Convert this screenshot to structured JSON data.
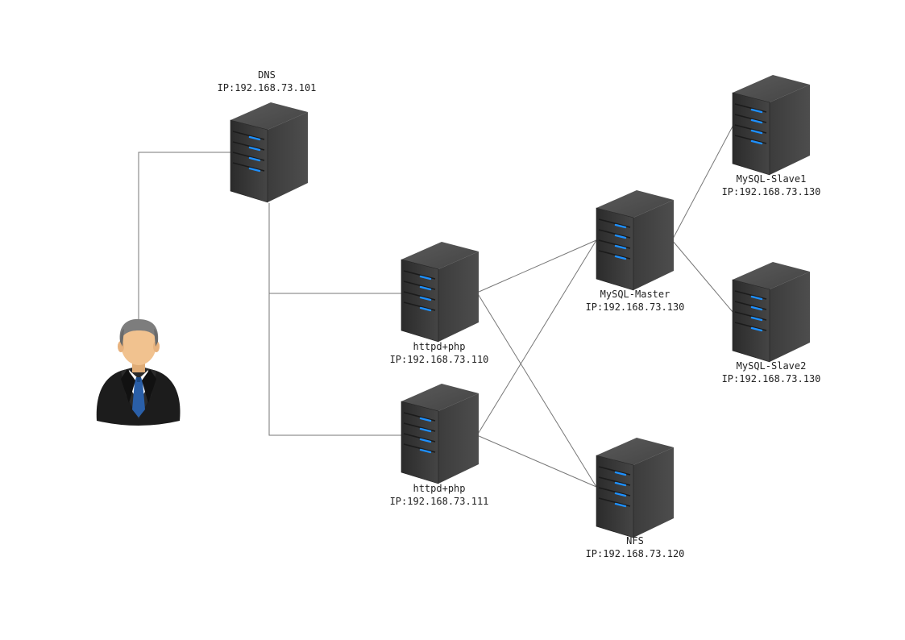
{
  "nodes": {
    "dns": {
      "name": "DNS",
      "ip": "IP:192.168.73.101"
    },
    "web1": {
      "name": "httpd+php",
      "ip": "IP:192.168.73.110"
    },
    "web2": {
      "name": "httpd+php",
      "ip": "IP:192.168.73.111"
    },
    "master": {
      "name": "MySQL-Master",
      "ip": "IP:192.168.73.130"
    },
    "slave1": {
      "name": "MySQL-Slave1",
      "ip": "IP:192.168.73.130"
    },
    "slave2": {
      "name": "MySQL-Slave2",
      "ip": "IP:192.168.73.130"
    },
    "nfs": {
      "name": "NFS",
      "ip": "IP:192.168.73.120"
    }
  },
  "icons": {
    "client": "user-icon",
    "server": "server-tower-icon"
  },
  "connections": [
    {
      "from": "user",
      "to": "dns"
    },
    {
      "from": "dns",
      "to": "web1"
    },
    {
      "from": "dns",
      "to": "web2"
    },
    {
      "from": "web1",
      "to": "master"
    },
    {
      "from": "web1",
      "to": "nfs"
    },
    {
      "from": "web2",
      "to": "master"
    },
    {
      "from": "web2",
      "to": "nfs"
    },
    {
      "from": "master",
      "to": "slave1"
    },
    {
      "from": "master",
      "to": "slave2"
    }
  ],
  "colors": {
    "line": "#777777",
    "server_body": "#3a3a3a",
    "server_led": "#1e90ff",
    "suit": "#1c1c1c",
    "skin": "#f1c28f",
    "tie": "#2a5fa8"
  }
}
